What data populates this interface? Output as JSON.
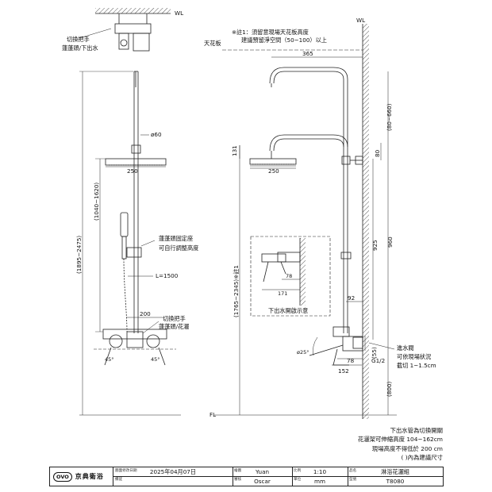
{
  "labels": {
    "wl_top": "WL",
    "wl_right": "WL",
    "fl": "FL",
    "switch_handle_top": "切換把手",
    "switch_handle_top_sub": "蓮蓬頭/下出水",
    "ceiling": "天花板",
    "note1_line1": "※註1：須留意現場天花板高度",
    "note1_line2": "建議預留淨空間（50~100）以上",
    "dim_365": "365",
    "dim_80_660": "(80~660)",
    "dia_60": "ø60",
    "dim_250_left": "250",
    "dim_250_right": "250",
    "dim_131": "131",
    "dim_80": "80",
    "dim_1895_2475": "(1895~2475)",
    "dim_1040_1620": "(1040~1620)",
    "holder_note1": "蓮蓬頭固定座",
    "holder_note2": "可自行調整高度",
    "hose_len": "L=1500",
    "dim_200": "200",
    "switch_handle_bottom": "切換把手",
    "switch_handle_bottom_sub": "蓮蓬頭/花灑",
    "angle_left": "45°",
    "angle_right": "45°",
    "dim_960": "960",
    "dim_925": "925",
    "dim_1765_2345": "(1765~2345)※註1",
    "inset_78": "78",
    "inset_171": "171",
    "inset_title": "下出水開啟示意",
    "dim_92": "92",
    "dim_55": "(55)",
    "inlet_valve": "進水閥",
    "inlet_valve_sub1": "可依現場狀況",
    "inlet_valve_sub2": "截切 1~1.5cm",
    "angle_25": "ø25°",
    "dim_78": "78",
    "dim_152": "152",
    "g_half": "G1/2",
    "dim_800": "(800)"
  },
  "notes": [
    "下出水管為切換開關",
    "花灑架可伸縮高度 104~162cm",
    "現場高度不得低於 200 cm",
    "(      )內為建議尺寸"
  ],
  "title_block": {
    "logo_badge": "OVO",
    "brand": "京典衛浴",
    "date_label": "圖面修改日期",
    "date": "2025年04月07日",
    "drawn_label": "繪圖",
    "drawn": "Yuan",
    "scale_label": "比例",
    "scale": "1:10",
    "name_label": "品名",
    "name": "淋浴花灑組",
    "remark_label": "備註",
    "reviewed_label": "審核",
    "reviewed": "Oscar",
    "unit_label": "單位",
    "unit": "mm",
    "model_label": "型號",
    "model": "T8080"
  }
}
